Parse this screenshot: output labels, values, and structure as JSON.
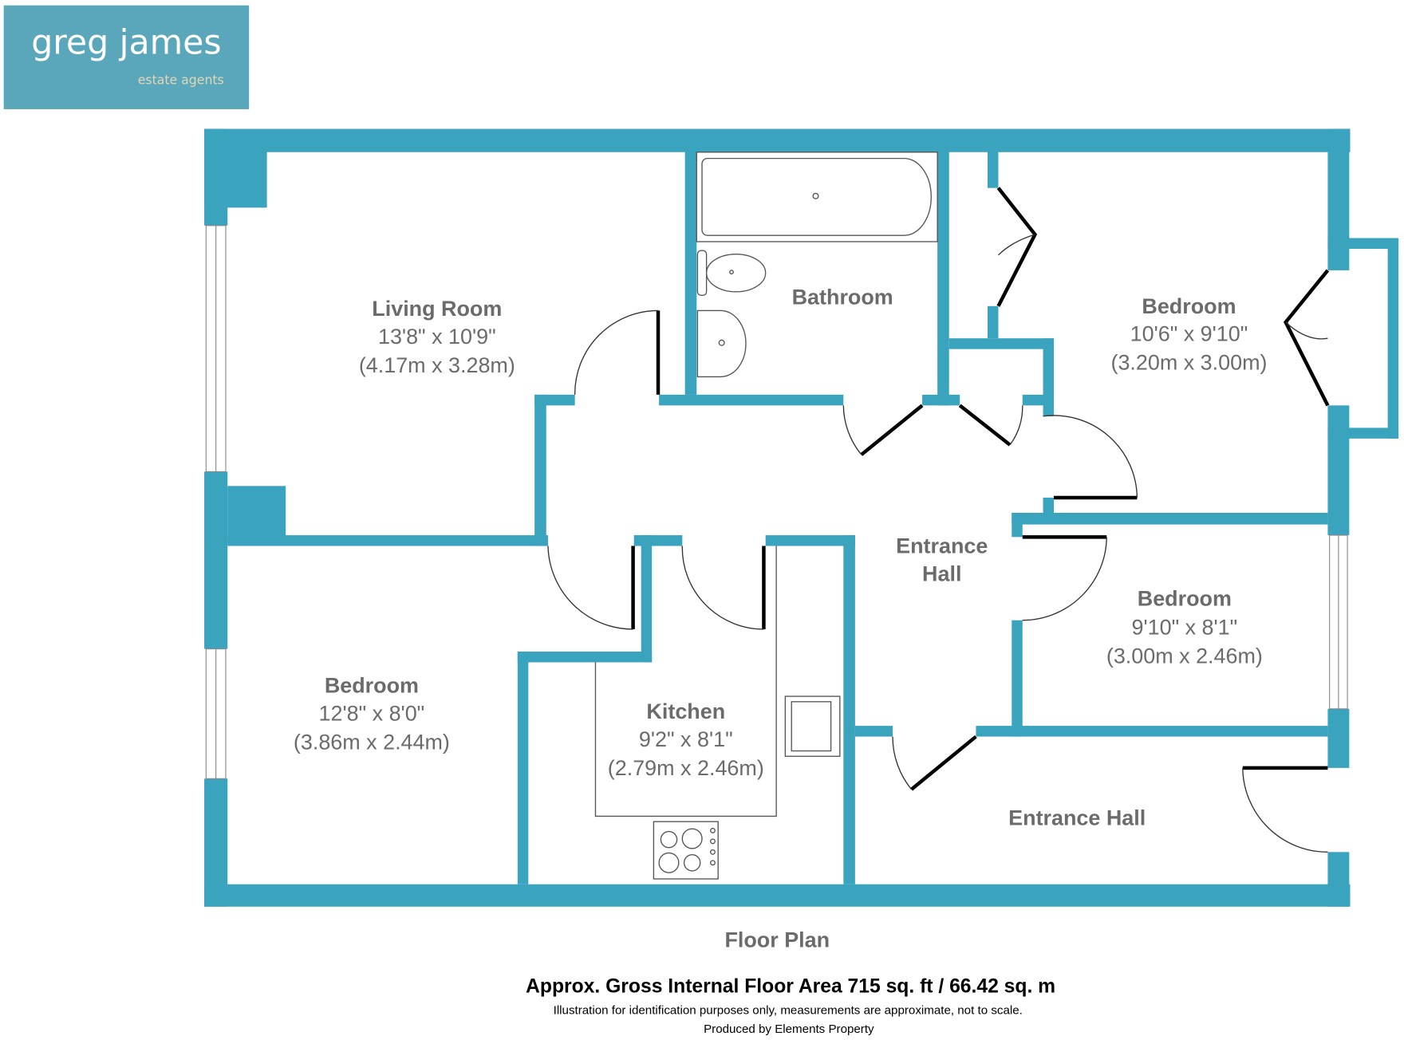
{
  "logo": {
    "name": "greg james",
    "tagline": "estate agents",
    "bg_color": "#5aa7bb"
  },
  "wall_color": "#3aa3bd",
  "rooms": [
    {
      "name": "Living Room",
      "imperial": "13'8\" x 10'9\"",
      "metric": "(4.17m x 3.28m)"
    },
    {
      "name": "Bathroom"
    },
    {
      "name": "Bedroom",
      "imperial": "10'6\" x 9'10\"",
      "metric": "(3.20m x 3.00m)"
    },
    {
      "name": "Entrance",
      "name2": "Hall"
    },
    {
      "name": "Bedroom",
      "imperial": "9'10\" x 8'1\"",
      "metric": "(3.00m x 2.46m)"
    },
    {
      "name": "Bedroom",
      "imperial": "12'8\" x 8'0\"",
      "metric": "(3.86m x 2.44m)"
    },
    {
      "name": "Kitchen",
      "imperial": "9'2\" x 8'1\"",
      "metric": "(2.79m x 2.46m)"
    },
    {
      "name": "Entrance Hall"
    }
  ],
  "footer": {
    "title": "Floor Plan",
    "area": "Approx. Gross Internal Floor Area 715 sq. ft / 66.42 sq. m",
    "disclaimer": "Illustration for identification purposes only, measurements are approximate, not to scale.",
    "credit": "Produced by Elements Property"
  }
}
